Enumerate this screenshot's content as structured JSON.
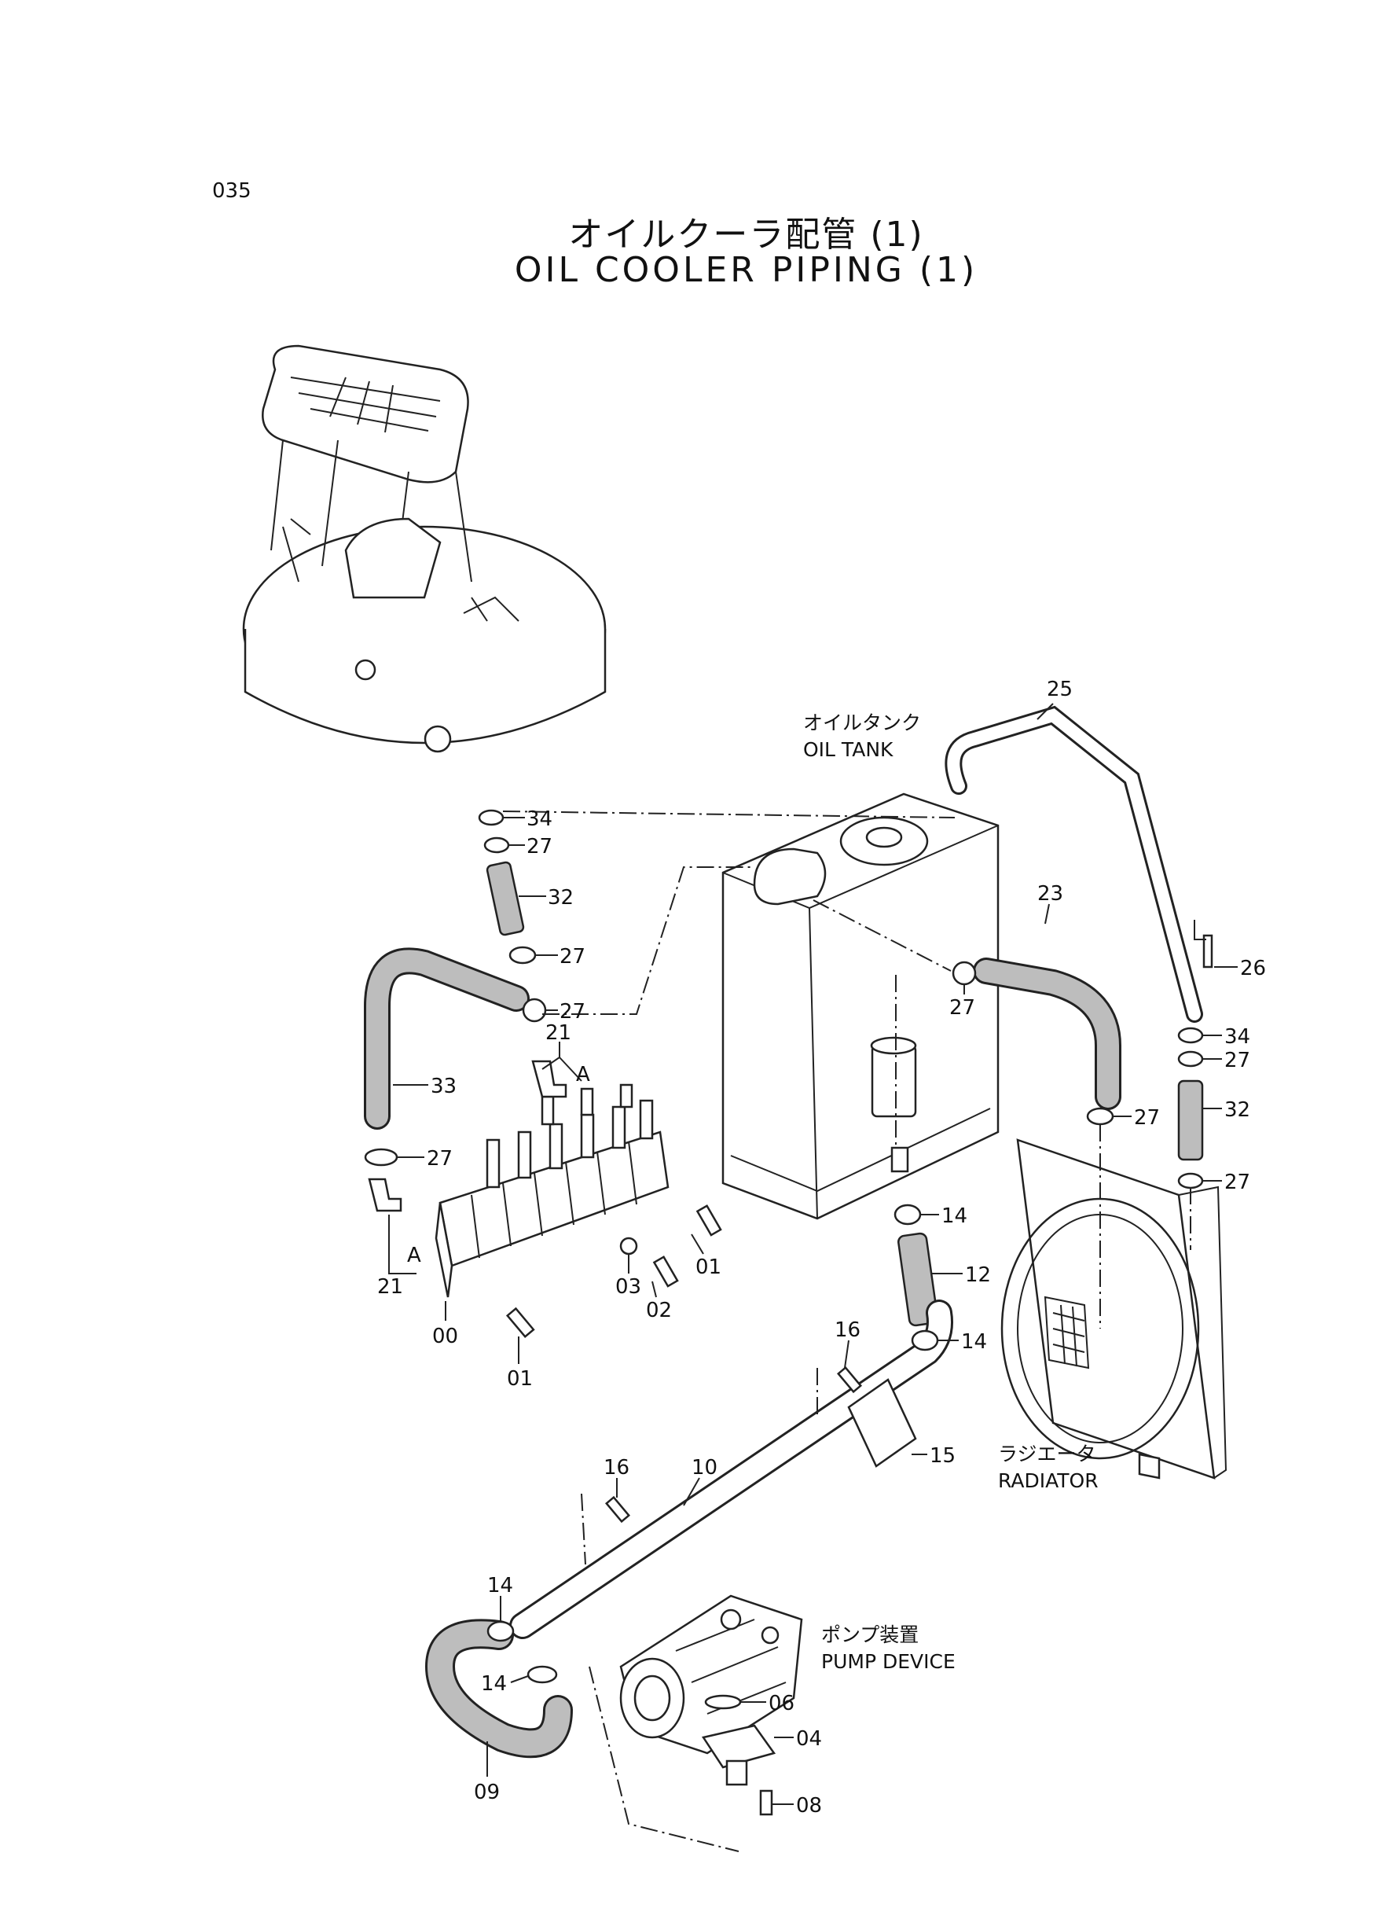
{
  "page_number": "035",
  "title_jp": "オイルクーラ配管 (1)",
  "title_en": "OIL COOLER PIPING (1)",
  "components": {
    "oil_tank_jp": "オイルタンク",
    "oil_tank_en": "OIL TANK",
    "radiator_jp": "ラジエータ",
    "radiator_en": "RADIATOR",
    "pump_jp": "ポンプ装置",
    "pump_en": "PUMP DEVICE"
  },
  "callouts": {
    "c25": "25",
    "c34a": "34",
    "c27a": "27",
    "c32a": "32",
    "c27b": "27",
    "c27c": "27",
    "c21a": "21",
    "c33": "33",
    "c27d": "27",
    "c21b": "21",
    "c00": "00",
    "c01a": "01",
    "c03": "03",
    "c02": "02",
    "c01b": "01",
    "c23": "23",
    "c26": "26",
    "c27e": "27",
    "c34b": "34",
    "c27f": "27",
    "c32b": "32",
    "c27g": "27",
    "c27h": "27",
    "c14a": "14",
    "c12": "12",
    "c14b": "14",
    "c16a": "16",
    "c15": "15",
    "c16b": "16",
    "c10": "10",
    "c14c": "14",
    "c14d": "14",
    "c09": "09",
    "c06": "06",
    "c04": "04",
    "c08": "08",
    "markA1": "A",
    "markA2": "A"
  }
}
